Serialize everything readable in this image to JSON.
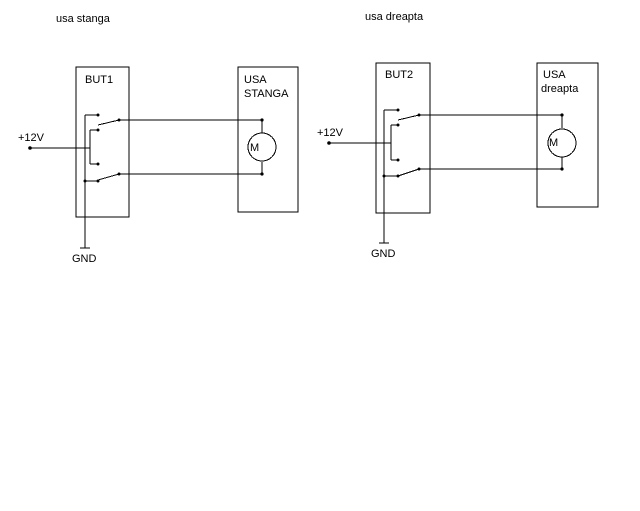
{
  "circuits": [
    {
      "id": "left",
      "title": "usa stanga",
      "switch_label": "BUT1",
      "door_label_line1": "USA",
      "door_label_line2": "STANGA",
      "motor_label": "M",
      "supply_label": "+12V",
      "ground_label": "GND"
    },
    {
      "id": "right",
      "title": "usa dreapta",
      "switch_label": "BUT2",
      "door_label_line1": "USA",
      "door_label_line2": "dreapta",
      "motor_label": "M",
      "supply_label": "+12V",
      "ground_label": "GND"
    }
  ]
}
